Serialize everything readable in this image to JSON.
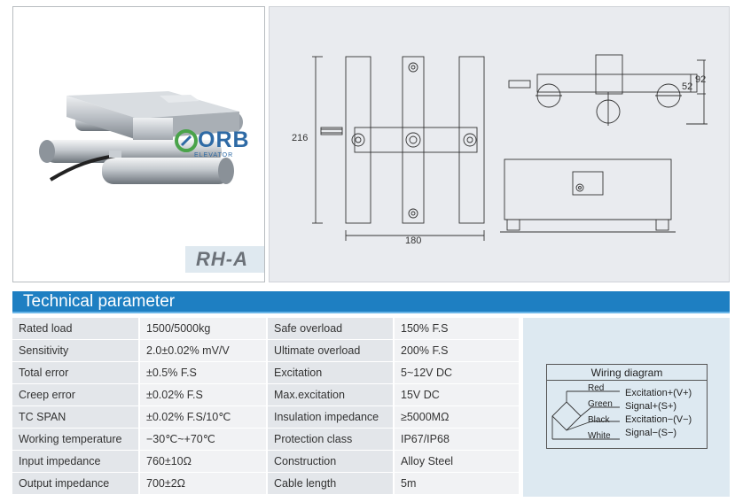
{
  "product": {
    "model": "RH-A",
    "brand_name": "ORB",
    "brand_sub": "ELEVATOR"
  },
  "drawing": {
    "dim_height": "216",
    "dim_width": "180",
    "dim_side_1": "52",
    "dim_side_2": "92"
  },
  "section_title": "Technical parameter",
  "parameters": [
    [
      "Rated load",
      "1500/5000kg",
      "Safe overload",
      "150% F.S"
    ],
    [
      "Sensitivity",
      "2.0±0.02% mV/V",
      "Ultimate overload",
      "200% F.S"
    ],
    [
      "Total error",
      "±0.5% F.S",
      "Excitation",
      "5~12V DC"
    ],
    [
      "Creep error",
      "±0.02% F.S",
      "Max.excitation",
      "15V DC"
    ],
    [
      "TC SPAN",
      "±0.02% F.S/10℃",
      "Insulation impedance",
      "≥5000MΩ"
    ],
    [
      "Working temperature",
      "−30℃~+70℃",
      "Protection class",
      "IP67/IP68"
    ],
    [
      "Input impedance",
      "760±10Ω",
      "Construction",
      "Alloy Steel"
    ],
    [
      "Output impedance",
      "700±2Ω",
      "Cable length",
      "5m"
    ]
  ],
  "wiring": {
    "title": "Wiring diagram",
    "wires": [
      "Red",
      "Green",
      "Black",
      "White"
    ],
    "signals": [
      "Excitation+(V+)",
      "Signal+(S+)",
      "Excitation−(V−)",
      "Signal−(S−)"
    ]
  }
}
